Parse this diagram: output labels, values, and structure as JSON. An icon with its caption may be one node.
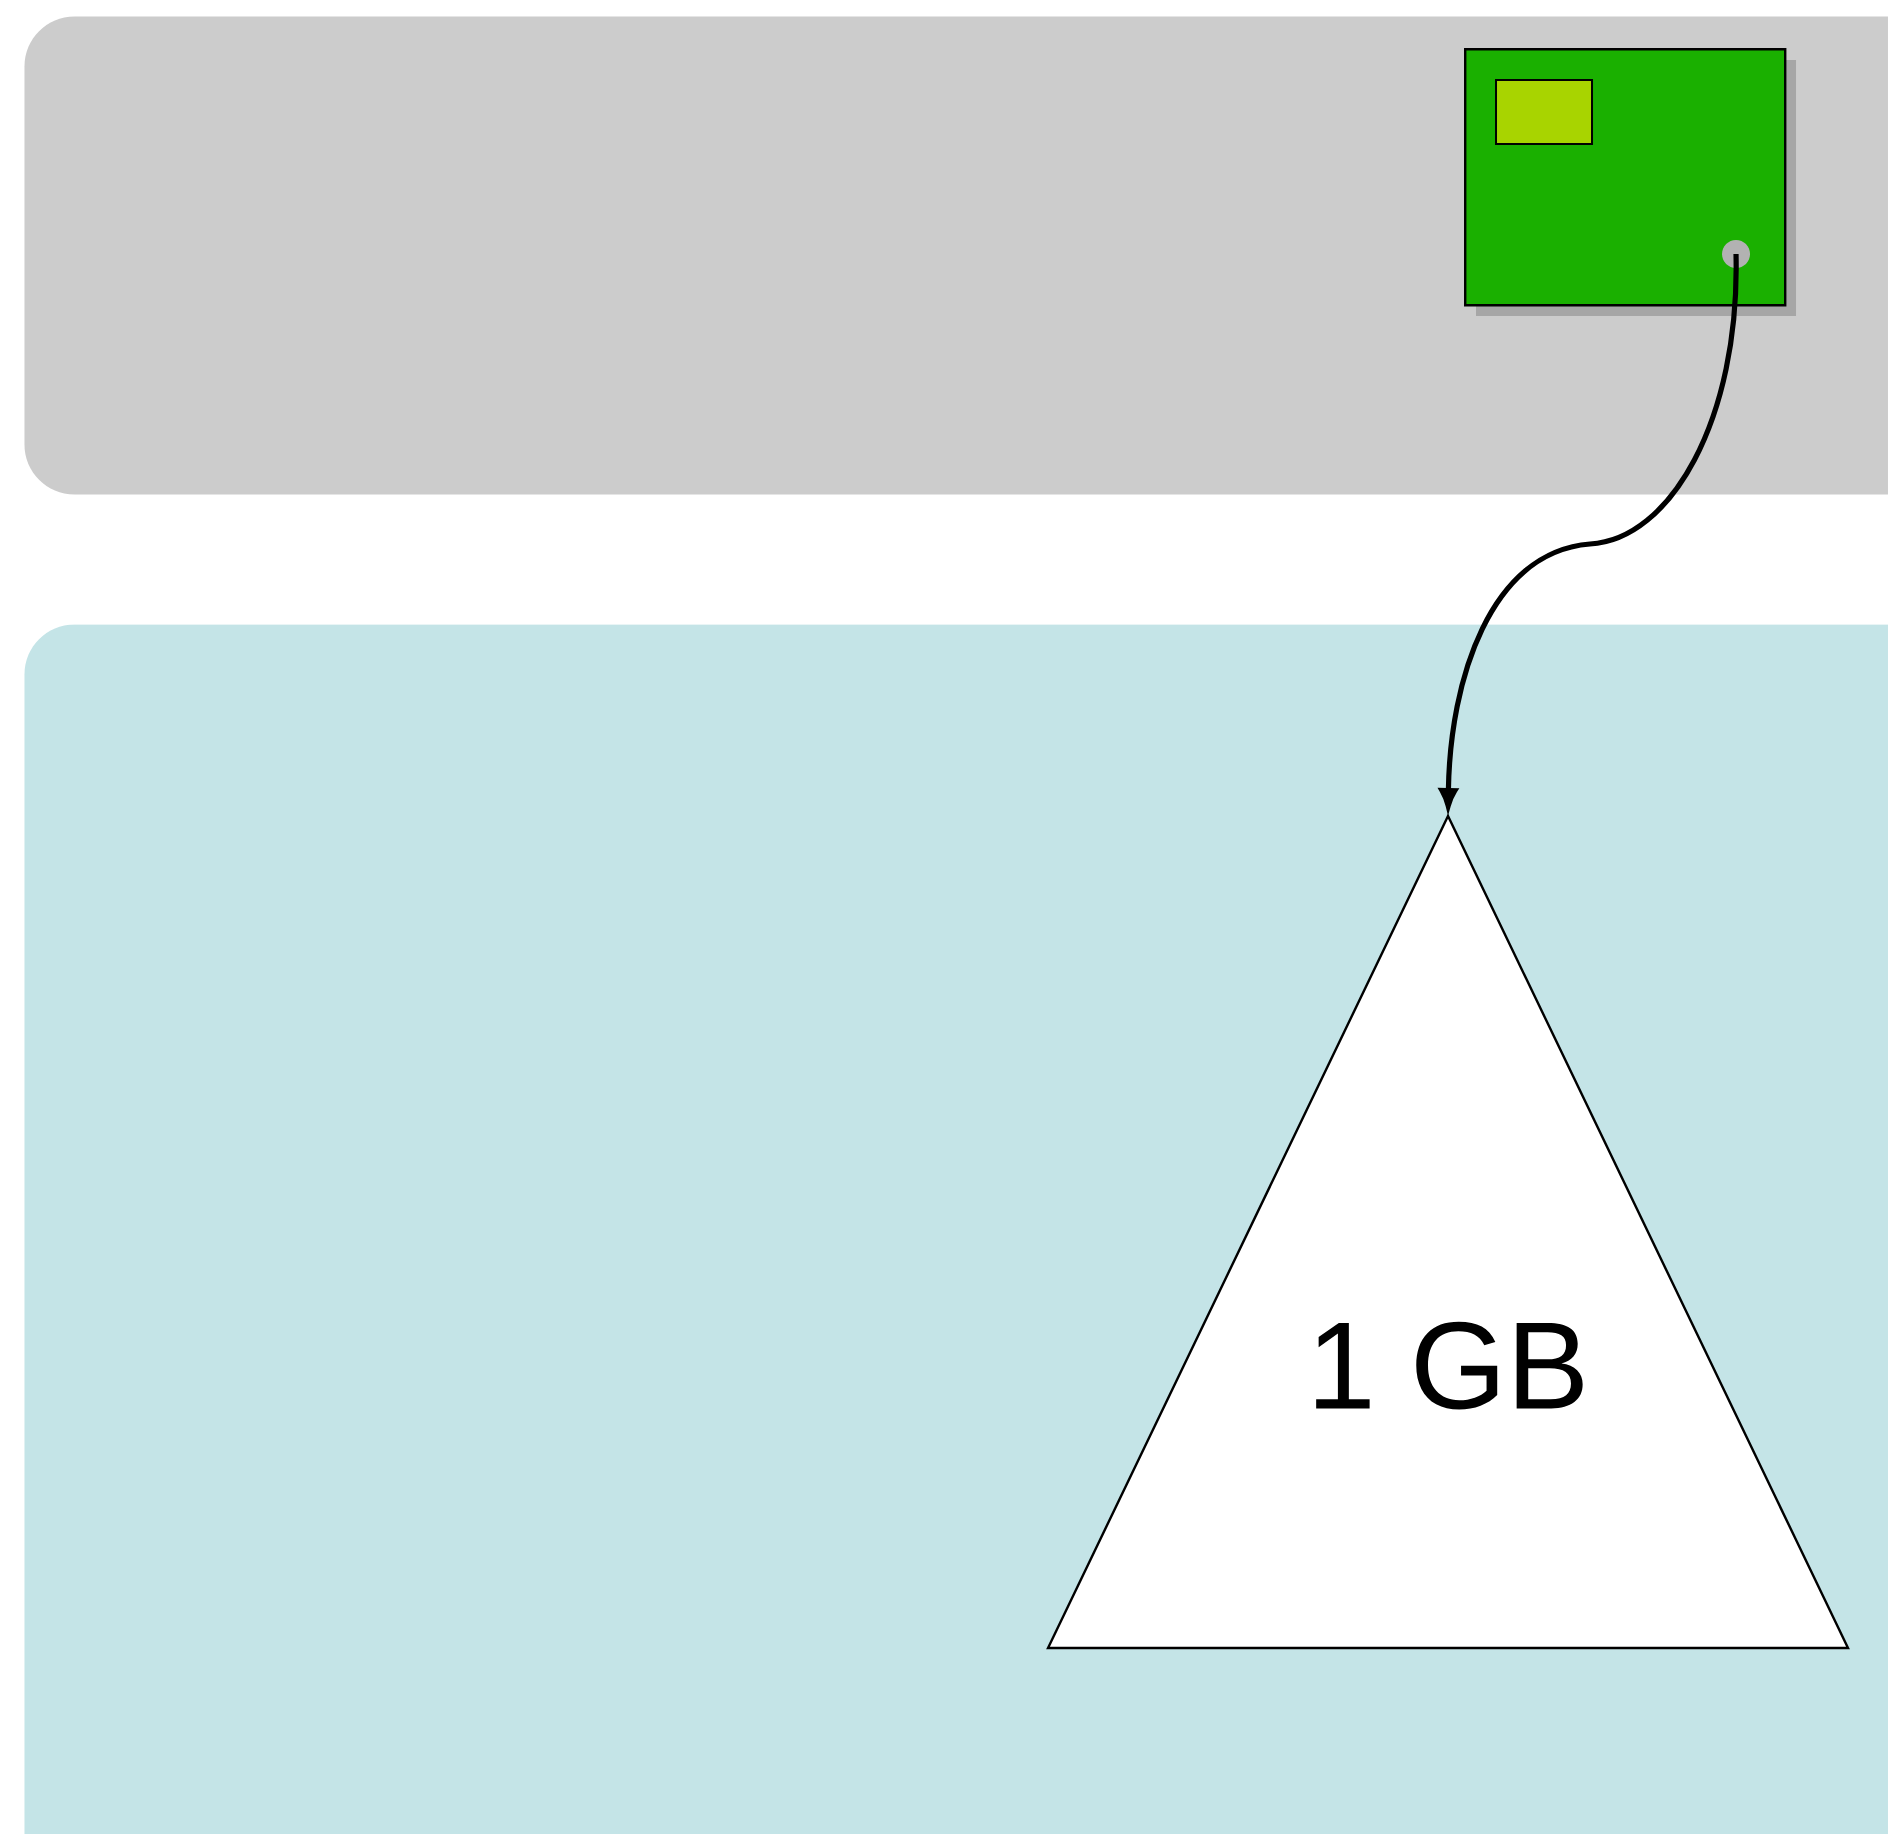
{
  "diagram": {
    "nodes": [
      {
        "text": [],
        "shape": "box"
      },
      {
        "text": [],
        "shape": "box"
      },
      {
        "text": [],
        "shape": "box",
        "in": 0
      },
      {
        "text": [
          "1 GB"
        ],
        "in": 1
      }
    ],
    "edges": [
      {
        "from": 2,
        "to": 3,
        "arrow": "to"
      }
    ]
  }
}
